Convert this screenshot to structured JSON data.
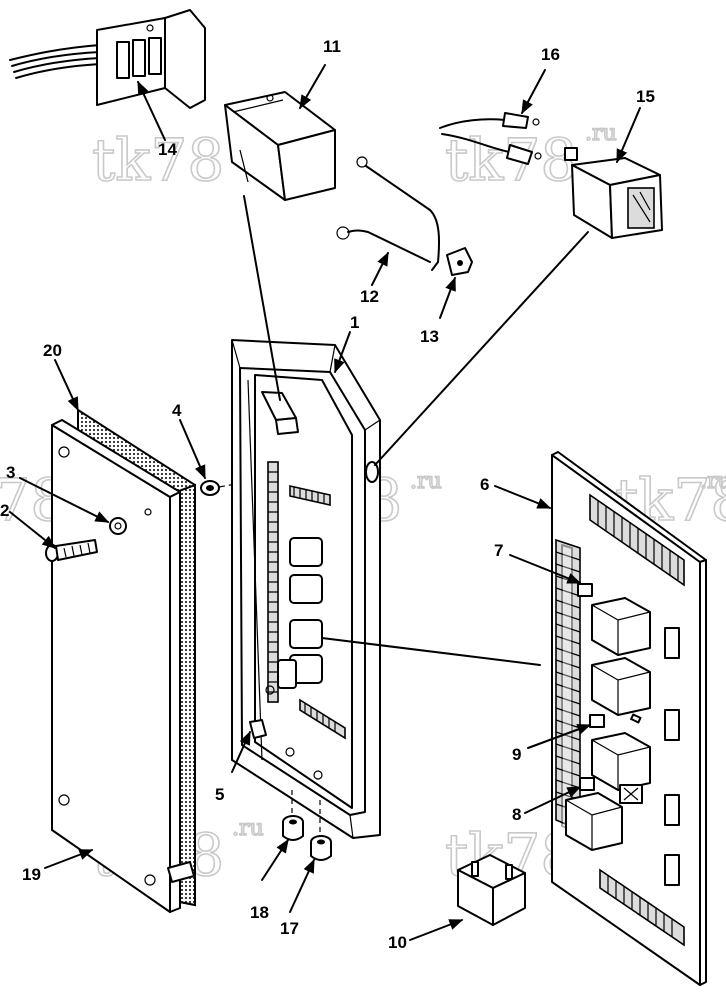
{
  "watermark": {
    "big": "tk78",
    "small": ".ru"
  },
  "callouts": [
    {
      "id": "1",
      "label": "1"
    },
    {
      "id": "2",
      "label": "2"
    },
    {
      "id": "3",
      "label": "3"
    },
    {
      "id": "4",
      "label": "4"
    },
    {
      "id": "5",
      "label": "5"
    },
    {
      "id": "6",
      "label": "6"
    },
    {
      "id": "7",
      "label": "7"
    },
    {
      "id": "8",
      "label": "8"
    },
    {
      "id": "9",
      "label": "9"
    },
    {
      "id": "10",
      "label": "10"
    },
    {
      "id": "11",
      "label": "11"
    },
    {
      "id": "12",
      "label": "12"
    },
    {
      "id": "13",
      "label": "13"
    },
    {
      "id": "14",
      "label": "14"
    },
    {
      "id": "15",
      "label": "15"
    },
    {
      "id": "16",
      "label": "16"
    },
    {
      "id": "17",
      "label": "17"
    },
    {
      "id": "18",
      "label": "18"
    },
    {
      "id": "19",
      "label": "19"
    },
    {
      "id": "20",
      "label": "20"
    }
  ]
}
